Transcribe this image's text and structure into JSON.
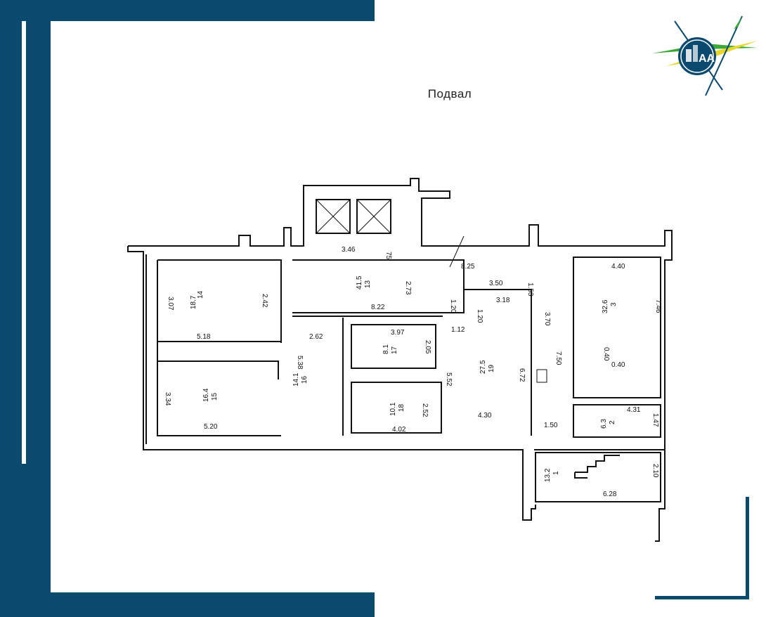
{
  "page": {
    "title": "Подвал",
    "colors": {
      "brand": "#0b4a6f",
      "accent_green": "#3aa935",
      "accent_yellow": "#e8d62a"
    }
  },
  "logo": {
    "icon": "agency-logo-icon"
  },
  "plan": {
    "rooms": [
      {
        "no": "1",
        "area": "13.2"
      },
      {
        "no": "2",
        "area": "6.3"
      },
      {
        "no": "3",
        "area": "32.6"
      },
      {
        "no": "13",
        "area": "41.5"
      },
      {
        "no": "14",
        "area": "18.7"
      },
      {
        "no": "15",
        "area": "16.4"
      },
      {
        "no": "16",
        "area": "14.1"
      },
      {
        "no": "17",
        "area": "8.1"
      },
      {
        "no": "18",
        "area": "10.1"
      },
      {
        "no": "19",
        "area": "27.5"
      }
    ],
    "dimensions": [
      "3.46",
      "75",
      "2.73",
      "8.25",
      "1.53",
      "3.50",
      "4.40",
      "2.42",
      "3.07",
      "8.22",
      "1.20",
      "1.20",
      "3.18",
      "3.70",
      "7.46",
      "5.18",
      "2.62",
      "3.97",
      "2.05",
      "1.12",
      "7.50",
      "0.40",
      "0.40",
      "5.38",
      "5.52",
      "6.72",
      "3.34",
      "2.52",
      "4.30",
      "4.31",
      "1.47",
      "5.20",
      "4.02",
      "1.50",
      "2.10",
      "6.28"
    ]
  }
}
